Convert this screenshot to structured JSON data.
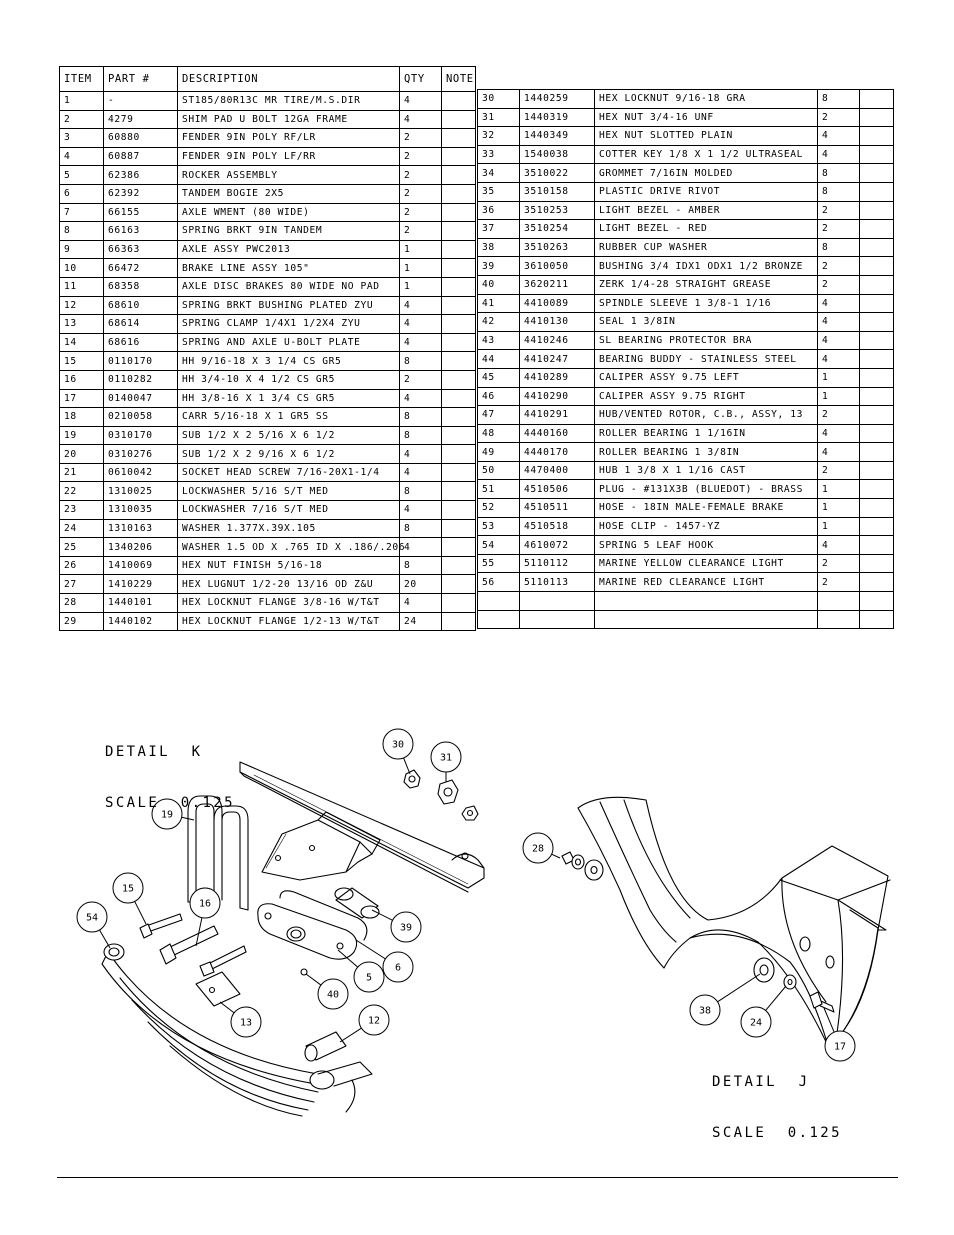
{
  "table": {
    "headers": {
      "item": "ITEM",
      "part": "PART #",
      "description": "DESCRIPTION",
      "qty": "QTY",
      "note": "NOTE"
    },
    "left_rows": [
      [
        "1",
        "-",
        "ST185/80R13C MR TIRE/M.S.DIR",
        "4",
        ""
      ],
      [
        "2",
        "4279",
        "SHIM PAD   U BOLT 12GA FRAME",
        "4",
        ""
      ],
      [
        "3",
        "60880",
        "FENDER  9IN POLY RF/LR",
        "2",
        ""
      ],
      [
        "4",
        "60887",
        "FENDER  9IN POLY LF/RR",
        "2",
        ""
      ],
      [
        "5",
        "62386",
        "ROCKER ASSEMBLY",
        "2",
        ""
      ],
      [
        "6",
        "62392",
        "TANDEM BOGIE   2X5",
        "2",
        ""
      ],
      [
        "7",
        "66155",
        "AXLE WMENT (80 WIDE)",
        "2",
        ""
      ],
      [
        "8",
        "66163",
        "SPRING BRKT   9IN TANDEM",
        "2",
        ""
      ],
      [
        "9",
        "66363",
        "AXLE ASSY PWC2013",
        "1",
        ""
      ],
      [
        "10",
        "66472",
        "BRAKE LINE ASSY 105\"",
        "1",
        ""
      ],
      [
        "11",
        "68358",
        "AXLE DISC BRAKES 80 WIDE NO PAD",
        "1",
        ""
      ],
      [
        "12",
        "68610",
        "SPRING BRKT BUSHING PLATED ZYU",
        "4",
        ""
      ],
      [
        "13",
        "68614",
        "SPRING CLAMP   1/4X1 1/2X4  ZYU",
        "4",
        ""
      ],
      [
        "14",
        "68616",
        "SPRING AND AXLE U-BOLT PLATE",
        "4",
        ""
      ],
      [
        "15",
        "0110170",
        "HH 9/16-18 X 3 1/4 CS GR5",
        "8",
        ""
      ],
      [
        "16",
        "0110282",
        "HH 3/4-10 X 4 1/2 CS GR5",
        "2",
        ""
      ],
      [
        "17",
        "0140047",
        "HH 3/8-16 X 1 3/4 CS GR5",
        "4",
        ""
      ],
      [
        "18",
        "0210058",
        "CARR 5/16-18 X 1 GR5 SS",
        "8",
        ""
      ],
      [
        "19",
        "0310170",
        "SUB 1/2 X 2 5/16 X 6 1/2",
        "8",
        ""
      ],
      [
        "20",
        "0310276",
        "SUB 1/2 X 2 9/16 X 6 1/2",
        "4",
        ""
      ],
      [
        "21",
        "0610042",
        "SOCKET HEAD SCREW 7/16-20X1-1/4",
        "4",
        ""
      ],
      [
        "22",
        "1310025",
        "LOCKWASHER 5/16 S/T MED",
        "8",
        ""
      ],
      [
        "23",
        "1310035",
        "LOCKWASHER 7/16 S/T MED",
        "4",
        ""
      ],
      [
        "24",
        "1310163",
        "WASHER 1.377X.39X.105",
        "8",
        ""
      ],
      [
        "25",
        "1340206",
        "WASHER 1.5 OD X .765 ID X .186/.206",
        "4",
        ""
      ],
      [
        "26",
        "1410069",
        "HEX NUT FINISH 5/16-18",
        "8",
        ""
      ],
      [
        "27",
        "1410229",
        "HEX LUGNUT 1/2-20 13/16 OD Z&U",
        "20",
        ""
      ],
      [
        "28",
        "1440101",
        "HEX LOCKNUT FLANGE 3/8-16 W/T&T",
        "4",
        ""
      ],
      [
        "29",
        "1440102",
        "HEX LOCKNUT FLANGE 1/2-13 W/T&T",
        "24",
        ""
      ]
    ],
    "right_rows": [
      [
        "30",
        "1440259",
        "HEX LOCKNUT 9/16-18 GRA",
        "8",
        ""
      ],
      [
        "31",
        "1440319",
        "HEX NUT 3/4-16 UNF",
        "2",
        ""
      ],
      [
        "32",
        "1440349",
        "HEX NUT SLOTTED PLAIN",
        "4",
        ""
      ],
      [
        "33",
        "1540038",
        "COTTER KEY 1/8 X 1 1/2 ULTRASEAL",
        "4",
        ""
      ],
      [
        "34",
        "3510022",
        "GROMMET  7/16IN MOLDED",
        "8",
        ""
      ],
      [
        "35",
        "3510158",
        "PLASTIC DRIVE RIVOT",
        "8",
        ""
      ],
      [
        "36",
        "3510253",
        "LIGHT BEZEL - AMBER",
        "2",
        ""
      ],
      [
        "37",
        "3510254",
        "LIGHT BEZEL - RED",
        "2",
        ""
      ],
      [
        "38",
        "3510263",
        "RUBBER CUP WASHER",
        "8",
        ""
      ],
      [
        "39",
        "3610050",
        "BUSHING  3/4 IDX1 ODX1 1/2 BRONZE",
        "2",
        ""
      ],
      [
        "40",
        "3620211",
        "ZERK  1/4-28 STRAIGHT GREASE",
        "2",
        ""
      ],
      [
        "41",
        "4410089",
        "SPINDLE SLEEVE  1 3/8-1 1/16",
        "4",
        ""
      ],
      [
        "42",
        "4410130",
        "SEAL  1 3/8IN",
        "4",
        ""
      ],
      [
        "43",
        "4410246",
        "SL BEARING PROTECTOR BRA",
        "4",
        ""
      ],
      [
        "44",
        "4410247",
        "BEARING BUDDY - STAINLESS STEEL",
        "4",
        ""
      ],
      [
        "45",
        "4410289",
        "CALIPER ASSY 9.75 LEFT",
        "1",
        ""
      ],
      [
        "46",
        "4410290",
        "CALIPER ASSY 9.75 RIGHT",
        "1",
        ""
      ],
      [
        "47",
        "4410291",
        "HUB/VENTED ROTOR, C.B., ASSY, 13",
        "2",
        ""
      ],
      [
        "48",
        "4440160",
        "ROLLER BEARING   1 1/16IN",
        "4",
        ""
      ],
      [
        "49",
        "4440170",
        "ROLLER BEARING   1 3/8IN",
        "4",
        ""
      ],
      [
        "50",
        "4470400",
        "HUB   1 3/8 X 1 1/16 CAST",
        "2",
        ""
      ],
      [
        "51",
        "4510506",
        "PLUG - #131X3B (BLUEDOT) - BRASS",
        "1",
        ""
      ],
      [
        "52",
        "4510511",
        "HOSE - 18IN MALE-FEMALE BRAKE",
        "1",
        ""
      ],
      [
        "53",
        "4510518",
        "HOSE CLIP - 1457-YZ",
        "1",
        ""
      ],
      [
        "54",
        "4610072",
        "SPRING  5 LEAF HOOK",
        "4",
        ""
      ],
      [
        "55",
        "5110112",
        "MARINE YELLOW CLEARANCE LIGHT",
        "2",
        ""
      ],
      [
        "56",
        "5110113",
        "MARINE RED CLEARANCE LIGHT",
        "2",
        ""
      ],
      [
        "",
        "",
        "",
        "",
        ""
      ],
      [
        "",
        "",
        "",
        "",
        ""
      ]
    ]
  },
  "detail_k": {
    "title": "DETAIL  K",
    "scale": "SCALE  0.125"
  },
  "detail_j": {
    "title": "DETAIL  J",
    "scale": "SCALE  0.125"
  },
  "callouts_k": [
    "30",
    "31",
    "19",
    "15",
    "16",
    "54",
    "39",
    "5",
    "6",
    "40",
    "13",
    "12"
  ],
  "callouts_j": [
    "28",
    "38",
    "24",
    "17"
  ]
}
